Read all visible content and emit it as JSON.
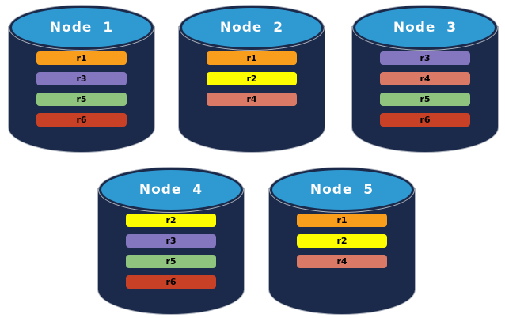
{
  "palette": {
    "background": "#ffffff",
    "cylinder_body_navy": "#1b2a4a",
    "cylinder_top_blue": "#2f99d2",
    "cylinder_outline_gray": "#aeb3be",
    "node_title_color": "#ffffff",
    "replica_label_color": "#000000"
  },
  "replica_colors": {
    "r1": "#f99d1c",
    "r2": "#fdfd00",
    "r3": "#8577bf",
    "r4": "#da7a66",
    "r5": "#8fc47f",
    "r6": "#c84127"
  },
  "nodes": [
    {
      "label": "Node  1",
      "replicas": [
        "r1",
        "r3",
        "r5",
        "r6"
      ]
    },
    {
      "label": "Node  2",
      "replicas": [
        "r1",
        "r2",
        "r4"
      ]
    },
    {
      "label": "Node  3",
      "replicas": [
        "r3",
        "r4",
        "r5",
        "r6"
      ]
    },
    {
      "label": "Node  4",
      "replicas": [
        "r2",
        "r3",
        "r5",
        "r6"
      ]
    },
    {
      "label": "Node  5",
      "replicas": [
        "r1",
        "r2",
        "r4"
      ]
    }
  ]
}
